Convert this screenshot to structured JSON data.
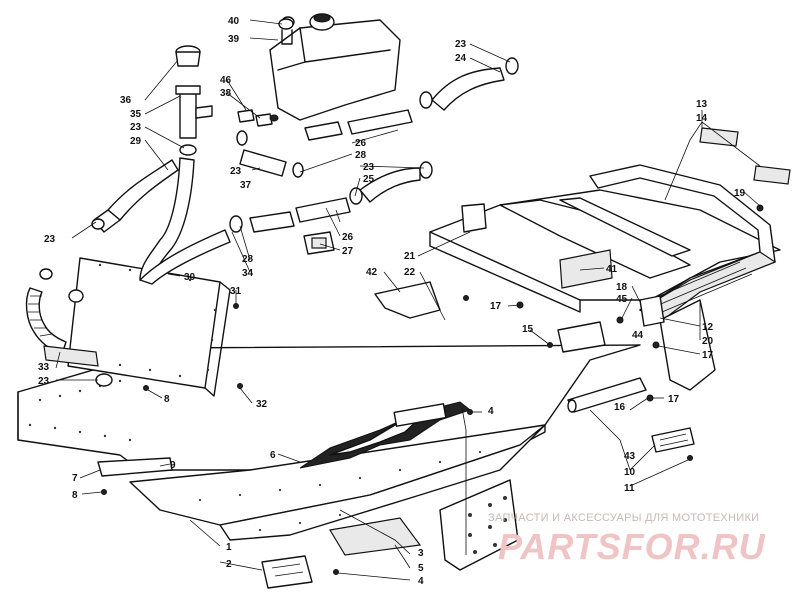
{
  "callouts": [
    "1",
    "2",
    "3",
    "4",
    "4",
    "5",
    "6",
    "7",
    "8",
    "8",
    "9",
    "10",
    "11",
    "12",
    "13",
    "14",
    "15",
    "16",
    "17",
    "17",
    "17",
    "18",
    "19",
    "20",
    "21",
    "22",
    "23",
    "23",
    "23",
    "23",
    "23",
    "23",
    "24",
    "25",
    "26",
    "26",
    "27",
    "28",
    "28",
    "29",
    "30",
    "31",
    "32",
    "33",
    "34",
    "35",
    "36",
    "37",
    "38",
    "39",
    "40",
    "41",
    "42",
    "43",
    "44",
    "45",
    "46"
  ],
  "watermark": {
    "caption": "ЗАПЧАСТИ И АКСЕССУАРЫ ДЛЯ МОТОТЕХНИКИ",
    "logo": "PARTSFOR.RU"
  },
  "colors": {
    "line": "#111111",
    "watermark_caption": "#c8b8b8",
    "watermark_logo": "#f0c4c4"
  }
}
